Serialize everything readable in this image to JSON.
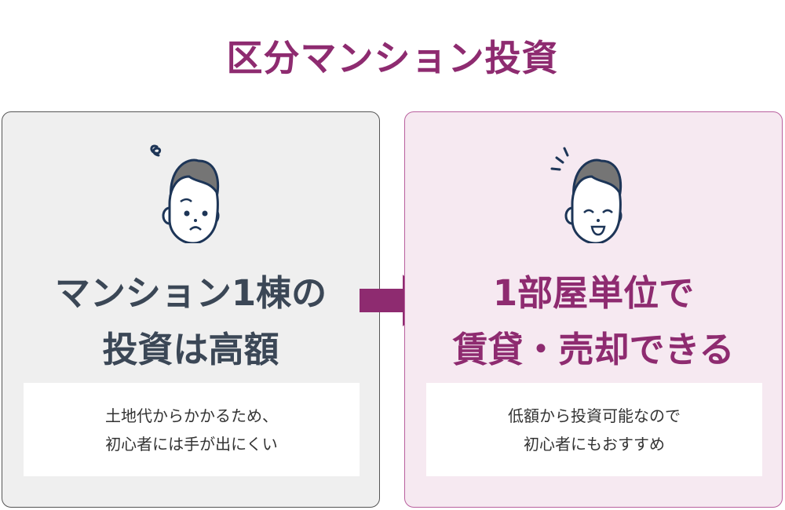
{
  "title": "区分マンション投資",
  "left": {
    "headline": [
      "マンション1棟の",
      "投資は高額"
    ],
    "note": [
      "土地代からかかるため、",
      "初心者には手が出にくい"
    ],
    "icon": "worried-man-icon"
  },
  "right": {
    "headline": [
      "1部屋単位で",
      "賃貸・売却できる"
    ],
    "note": [
      "低額から投資可能なので",
      "初心者にもおすすめ"
    ],
    "icon": "happy-man-icon"
  },
  "colors": {
    "accent": "#8e2b70",
    "dark": "#3b4756"
  }
}
